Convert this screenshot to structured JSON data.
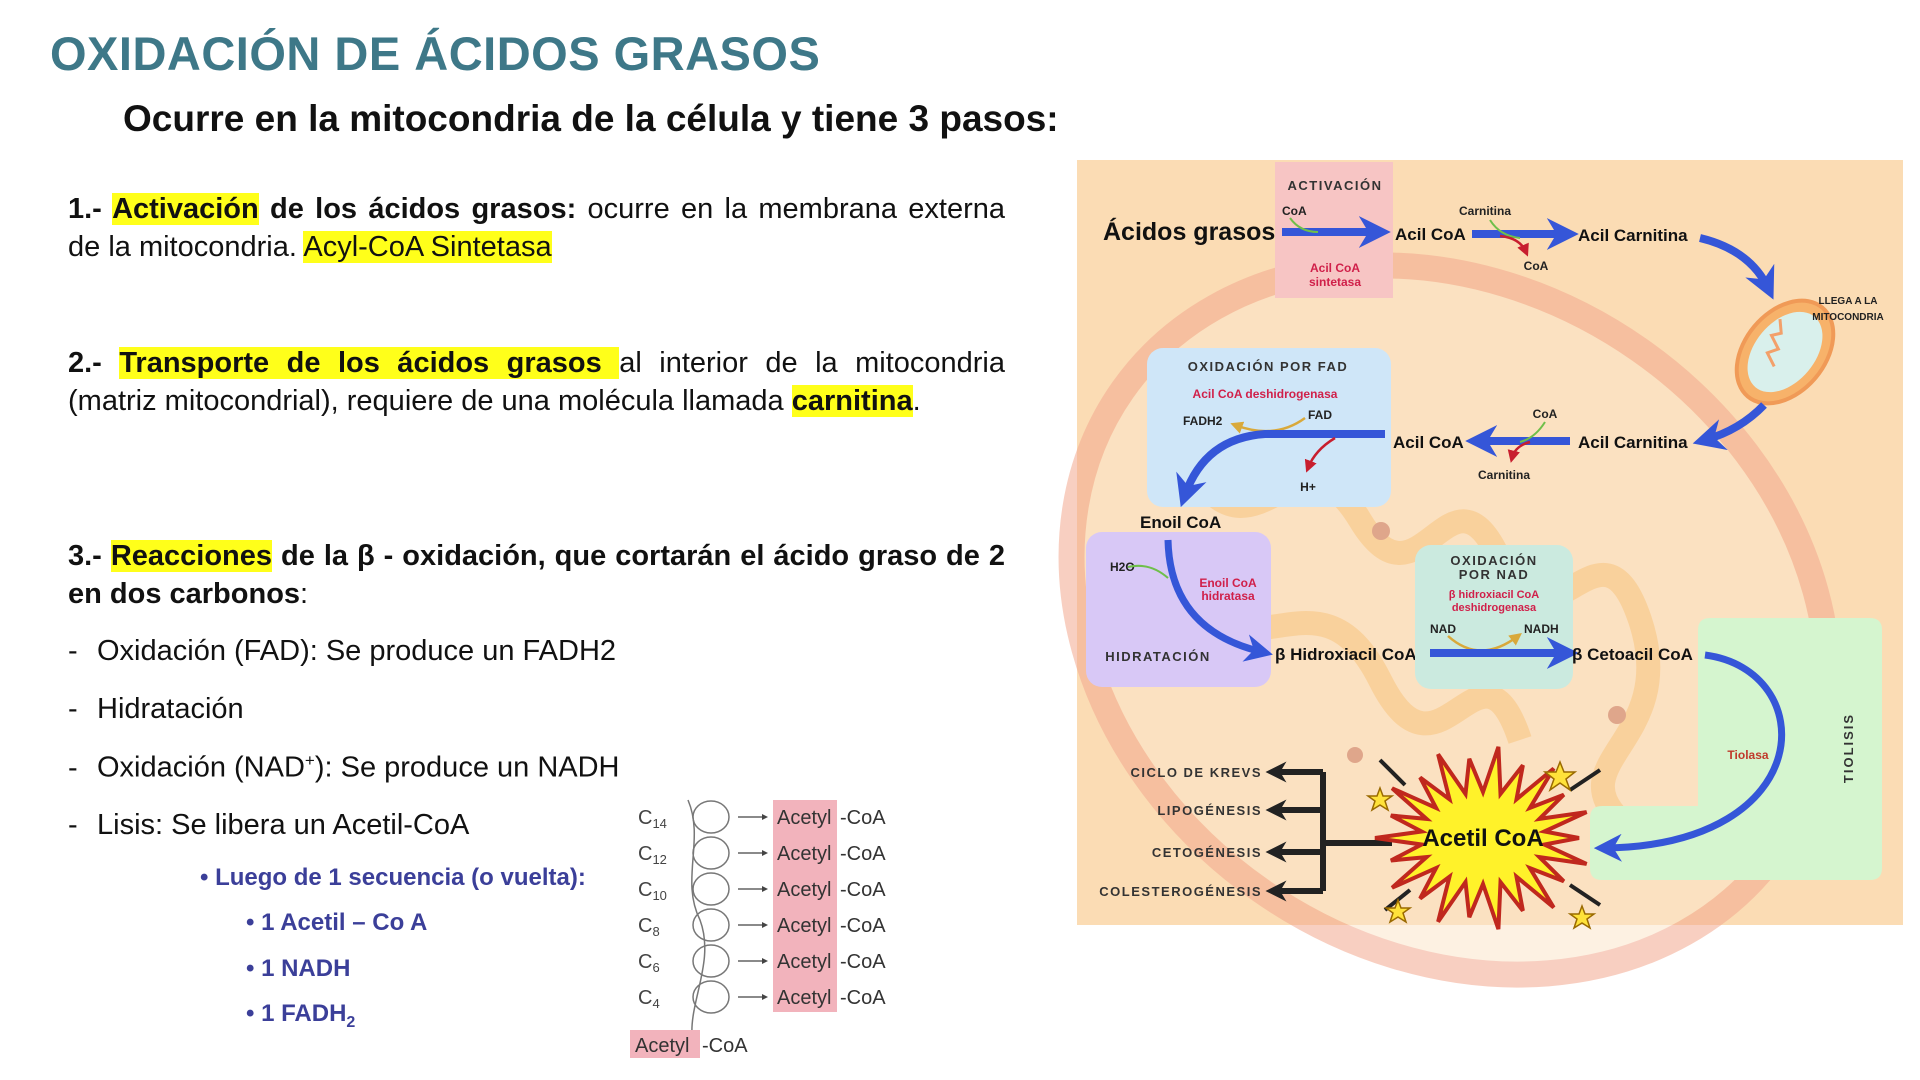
{
  "title": "OXIDACIÓN DE ÁCIDOS GRASOS",
  "subtitle": "Ocurre en la mitocondria de la célula y tiene 3 pasos:",
  "step1": {
    "num": "1.- ",
    "highlight": "Activación",
    "bold_rest": " de los ácidos grasos:",
    "text": " ocurre en la membrana externa de la mitocondria. ",
    "enzyme": "Acyl-CoA Sintetasa "
  },
  "step2": {
    "num": "2.- ",
    "highlight": "Transporte de los ácidos grasos ",
    "text": "al interior de la mitocondria (matriz mitocondrial), requiere de una molécula llamada ",
    "molecule": "carnitina",
    "end": "."
  },
  "step3": {
    "num": "3.- ",
    "highlight": "Reacciones",
    "bold_rest": " de la β - oxidación, que cortarán el ácido graso de 2 en dos carbonos",
    "end": ":"
  },
  "bullets": {
    "dash": "-",
    "b1": "Oxidación (FAD): Se produce un FADH2",
    "b2": "Hidratación",
    "b3_a": "Oxidación (NAD",
    "b3_sup": "+",
    "b3_b": "): Se produce un NADH",
    "b4": "Lisis: Se libera un Acetil-CoA"
  },
  "summary": {
    "heading": "• Luego de 1 secuencia (o vuelta):",
    "item1": "• 1 Acetil – Co A",
    "item2": "• 1 NADH",
    "item3": "• 1 FADH",
    "item3_sub": "2"
  },
  "spiral": {
    "rows": [
      {
        "c": "C",
        "sub": "14",
        "product": "Acetyl",
        "suffix": "-CoA"
      },
      {
        "c": "C",
        "sub": "12",
        "product": "Acetyl",
        "suffix": "-CoA"
      },
      {
        "c": "C",
        "sub": "10",
        "product": "Acetyl",
        "suffix": "-CoA"
      },
      {
        "c": "C",
        "sub": "8",
        "product": "Acetyl",
        "suffix": "-CoA"
      },
      {
        "c": "C",
        "sub": "6",
        "product": "Acetyl",
        "suffix": "-CoA"
      },
      {
        "c": "C",
        "sub": "4",
        "product": "Acetyl",
        "suffix": "-CoA"
      }
    ],
    "final_product": "Acetyl",
    "final_suffix": "-CoA"
  },
  "diagram": {
    "activacion": "ACTIVACIÓN",
    "acidos_grasos": "Ácidos grasos",
    "coa_in": "CoA",
    "acil_coa_sintetasa_1": "Acil CoA",
    "acil_coa_sintetasa_2": "sintetasa",
    "acil_coa_1": "Acil CoA",
    "carnitina_in": "Carnitina",
    "coa_out": "CoA",
    "acil_carnitina_1": "Acil Carnitina",
    "llega_1": "LLEGA A LA",
    "llega_2": "MITOCONDRIA",
    "acil_carnitina_2": "Acil Carnitina",
    "coa_in_2": "CoA",
    "carnitina_out": "Carnitina",
    "acil_coa_2": "Acil CoA",
    "ox_fad": "OXIDACIÓN POR FAD",
    "fad_enzyme": "Acil CoA deshidrogenasa",
    "fadh2": "FADH2",
    "fad": "FAD",
    "h_plus": "H+",
    "enoil_coa": "Enoil CoA",
    "h2o": "H2O",
    "hidratasa_1": "Enoil CoA",
    "hidratasa_2": "hidratasa",
    "hidratacion": "HIDRATACIÓN",
    "hidroxiacil": "β Hidroxiacil CoA",
    "ox_nad_1": "OXIDACIÓN",
    "ox_nad_2": "POR NAD",
    "nad_enzyme_1": "β hidroxiacil CoA",
    "nad_enzyme_2": "deshidrogenasa",
    "nad": "NAD",
    "nadh": "NADH",
    "cetoacil": "β Cetoacil CoA",
    "tiolasa": "Tiolasa",
    "tiolisis": "TIOLISIS",
    "acetil_coa": "Acetil CoA",
    "fates": [
      "CICLO DE KREVS",
      "LIPOGÉNESIS",
      "CETOGÉNESIS",
      "COLESTEROGÉNESIS"
    ],
    "colors": {
      "background": "#fbdcb4",
      "activation_box": "#f7c5c4",
      "fad_box": "#cfe6f8",
      "hydration_box": "#d8c8f6",
      "nad_box": "#cbeadf",
      "thiolysis_box": "#d5f5cf",
      "arrow_blue": "#3556d8",
      "enzyme_red": "#d0204a",
      "burst_yellow": "#fff22a"
    }
  },
  "colors": {
    "title": "#3e7888",
    "highlight": "#ffff1a",
    "summary_blue": "#3b3f99",
    "acetyl_pink": "#f2b3bc"
  }
}
